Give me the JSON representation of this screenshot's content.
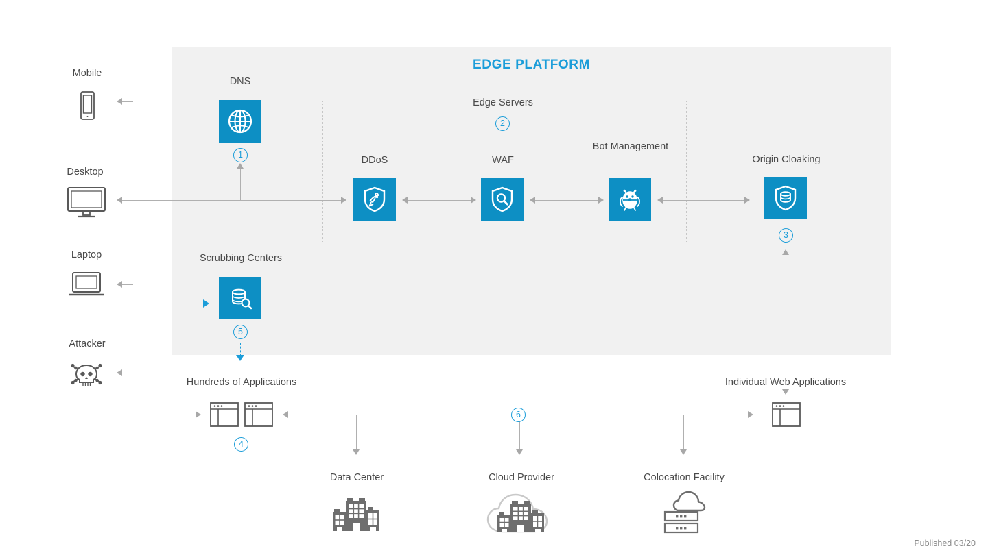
{
  "panel": {
    "title": "EDGE PLATFORM",
    "accent_color": "#1b9dd9",
    "tile_color": "#0d8fc4",
    "background_color": "#f1f1f1",
    "connector_color": "#b0b0b0"
  },
  "clients": [
    {
      "label": "Mobile",
      "icon": "mobile-phone-icon"
    },
    {
      "label": "Desktop",
      "icon": "desktop-monitor-icon"
    },
    {
      "label": "Laptop",
      "icon": "laptop-icon"
    },
    {
      "label": "Attacker",
      "icon": "skull-crossbones-icon"
    }
  ],
  "edge_servers_group": {
    "label": "Edge Servers",
    "marker": "2"
  },
  "services": {
    "dns": {
      "label": "DNS",
      "marker": "1",
      "icon": "globe-icon"
    },
    "ddos": {
      "label": "DDoS",
      "marker": "",
      "icon": "shield-rocket-icon"
    },
    "waf": {
      "label": "WAF",
      "marker": "",
      "icon": "shield-magnifier-icon"
    },
    "bot": {
      "label": "Bot Management",
      "marker": "",
      "icon": "robot-icon"
    },
    "origin_cloaking": {
      "label": "Origin Cloaking",
      "marker": "3",
      "icon": "shield-database-icon"
    },
    "scrubbing": {
      "label": "Scrubbing Centers",
      "marker": "5",
      "icon": "database-magnifier-icon"
    }
  },
  "applications": {
    "hundreds": {
      "label": "Hundreds of Applications",
      "marker": "4",
      "icon": "browser-window-icon"
    },
    "individual": {
      "label": "Individual Web Applications",
      "icon": "browser-window-icon"
    }
  },
  "origins": {
    "marker": "6",
    "items": [
      {
        "label": "Data Center",
        "icon": "buildings-icon"
      },
      {
        "label": "Cloud Provider",
        "icon": "cloud-buildings-icon"
      },
      {
        "label": "Colocation Facility",
        "icon": "cloud-servers-icon"
      }
    ]
  },
  "footer": {
    "published": "Published 03/20"
  }
}
